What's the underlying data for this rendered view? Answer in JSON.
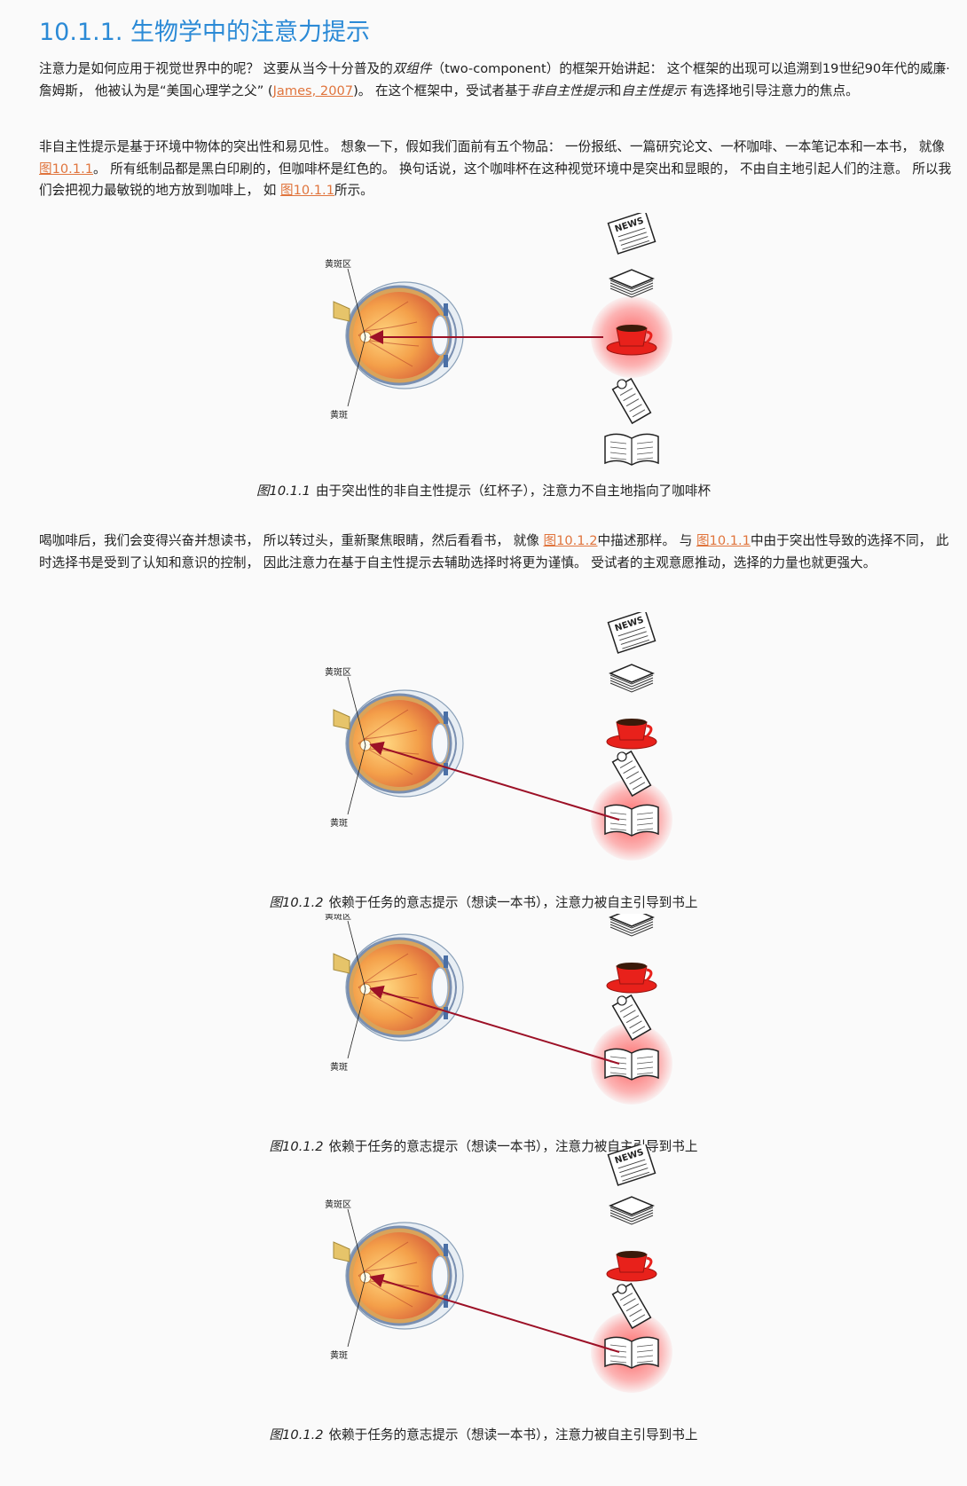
{
  "section": {
    "title": "10.1.1. 生物学中的注意力提示"
  },
  "para1": {
    "t1": "注意力是如何应用于视觉世界中的呢？ 这要从当今十分普及的",
    "em1": "双组件",
    "t2": "（two-component）的框架开始讲起： 这个框架的出现可以追溯到19世纪90年代的威廉·詹姆斯， 他被认为是“美国心理学之父” (",
    "link1": "James, 2007",
    "t3": ")。 在这个框架中，受试者基于",
    "em2": "非自主性提示",
    "t4": "和",
    "em3": "自主性提示",
    "t5": " 有选择地引导注意力的焦点。"
  },
  "para2": {
    "t1": "非自主性提示是基于环境中物体的突出性和易见性。 想象一下，假如我们面前有五个物品： 一份报纸、一篇研究论文、一杯咖啡、一本笔记本和一本书， 就像 ",
    "link1": "图10.1.1",
    "t2": "。 所有纸制品都是黑白印刷的，但咖啡杯是红色的。 换句话说，这个咖啡杯在这种视觉环境中是突出和显眼的， 不由自主地引起人们的注意。 所以我们会把视力最敏锐的地方放到咖啡上， 如 ",
    "link2": "图10.1.1",
    "t3": "所示。"
  },
  "para3": {
    "t1": "喝咖啡后，我们会变得兴奋并想读书， 所以转过头，重新聚焦眼睛，然后看看书， 就像 ",
    "link1": "图10.1.2",
    "t2": "中描述那样。 与 ",
    "link2": "图10.1.1",
    "t3": "中由于突出性导致的选择不同， 此时选择书是受到了认知和意识的控制， 因此注意力在基于自主性提示去辅助选择时将更为谨慎。 受试者的主观意愿推动，选择的力量也就更强大。"
  },
  "eye_labels": {
    "upper": "黄斑区",
    "lower": "黄斑"
  },
  "newspaper_text": "NEWS",
  "figures": [
    {
      "num": "图10.1.1",
      "text": "由于突出性的非自主性提示（红杯子），注意力不自主地指向了咖啡杯",
      "focus": "cup"
    },
    {
      "num": "图10.1.2",
      "text": "依赖于任务的意志提示（想读一本书），注意力被自主引导到书上",
      "focus": "book"
    },
    {
      "num": "图10.1.2",
      "text": "依赖于任务的意志提示（想读一本书），注意力被自主引导到书上",
      "focus": "book"
    },
    {
      "num": "图10.1.2",
      "text": "依赖于任务的意志提示（想读一本书），注意力被自主引导到书上",
      "focus": "book"
    }
  ],
  "colors": {
    "title": "#2b8ad6",
    "link": "#e0743c",
    "arrow": "#9c1026",
    "cup": "#e8211b",
    "glow": "#ff3030"
  }
}
